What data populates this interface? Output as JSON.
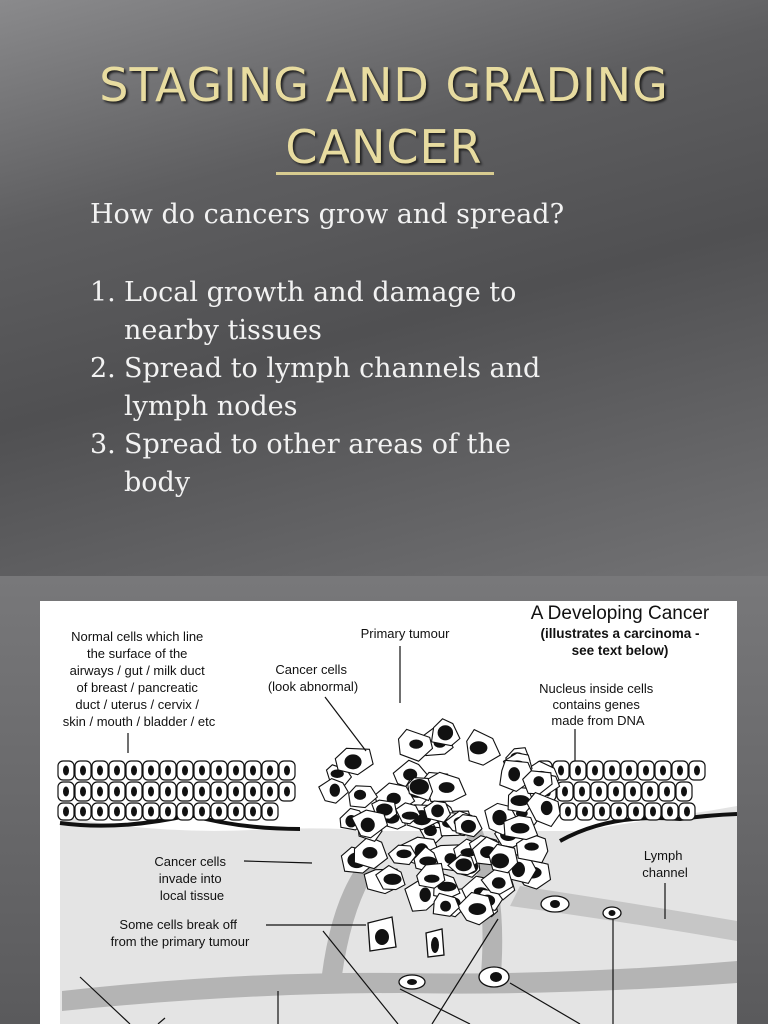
{
  "slide": {
    "title_line1": "STAGING AND GRADING",
    "title_line2": "CANCER",
    "question": "How do cancers grow and spread?",
    "items": [
      {
        "num": "1.",
        "line1": "Local growth and damage to",
        "line2": "nearby tissues"
      },
      {
        "num": "2.",
        "line1": "Spread to lymph channels and",
        "line2": "lymph nodes"
      },
      {
        "num": "3.",
        "line1": "Spread to other areas of the",
        "line2": "body"
      }
    ]
  },
  "diagram": {
    "title": "A Developing Cancer",
    "subtitle_line1": "(illustrates a carcinoma -",
    "subtitle_line2": "see text below)",
    "normal_cells": [
      "Normal cells which line",
      "the  surface of the",
      "airways / gut / milk duct",
      "of breast / pancreatic",
      "duct / uterus / cervix /",
      "skin / mouth / bladder / etc"
    ],
    "primary_tumour": "Primary tumour",
    "cancer_cells": [
      "Cancer cells",
      "(look abnormal)"
    ],
    "nucleus": [
      "Nucleus inside cells",
      "contains genes",
      "made from DNA"
    ],
    "invade": [
      "Cancer cells",
      "invade into",
      "local tissue"
    ],
    "break_off": [
      "Some cells break off",
      "from the primary tumour"
    ],
    "lymph": [
      "Lymph",
      "channel"
    ]
  }
}
